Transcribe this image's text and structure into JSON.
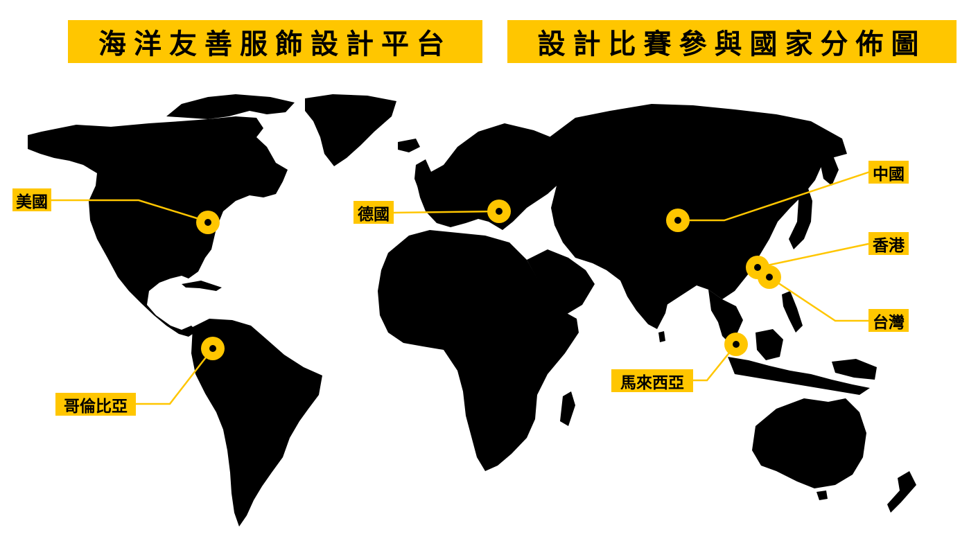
{
  "header": {
    "platform_title": "海洋友善服飾設計平台",
    "map_title": "設計比賽參與國家分佈圖"
  },
  "colors": {
    "accent": "#ffc600",
    "land": "#000000",
    "background": "#ffffff"
  },
  "map": {
    "regions": [
      "north-america",
      "greenland",
      "south-america",
      "europe",
      "africa",
      "asia",
      "arabian-peninsula",
      "indian-subcontinent",
      "southeast-asia",
      "japan",
      "australia"
    ],
    "markers": [
      {
        "id": "usa",
        "label": "美國"
      },
      {
        "id": "colombia",
        "label": "哥倫比亞"
      },
      {
        "id": "germany",
        "label": "德國"
      },
      {
        "id": "china",
        "label": "中國"
      },
      {
        "id": "hongkong",
        "label": "香港"
      },
      {
        "id": "taiwan",
        "label": "台灣"
      },
      {
        "id": "malaysia",
        "label": "馬來西亞"
      }
    ]
  }
}
